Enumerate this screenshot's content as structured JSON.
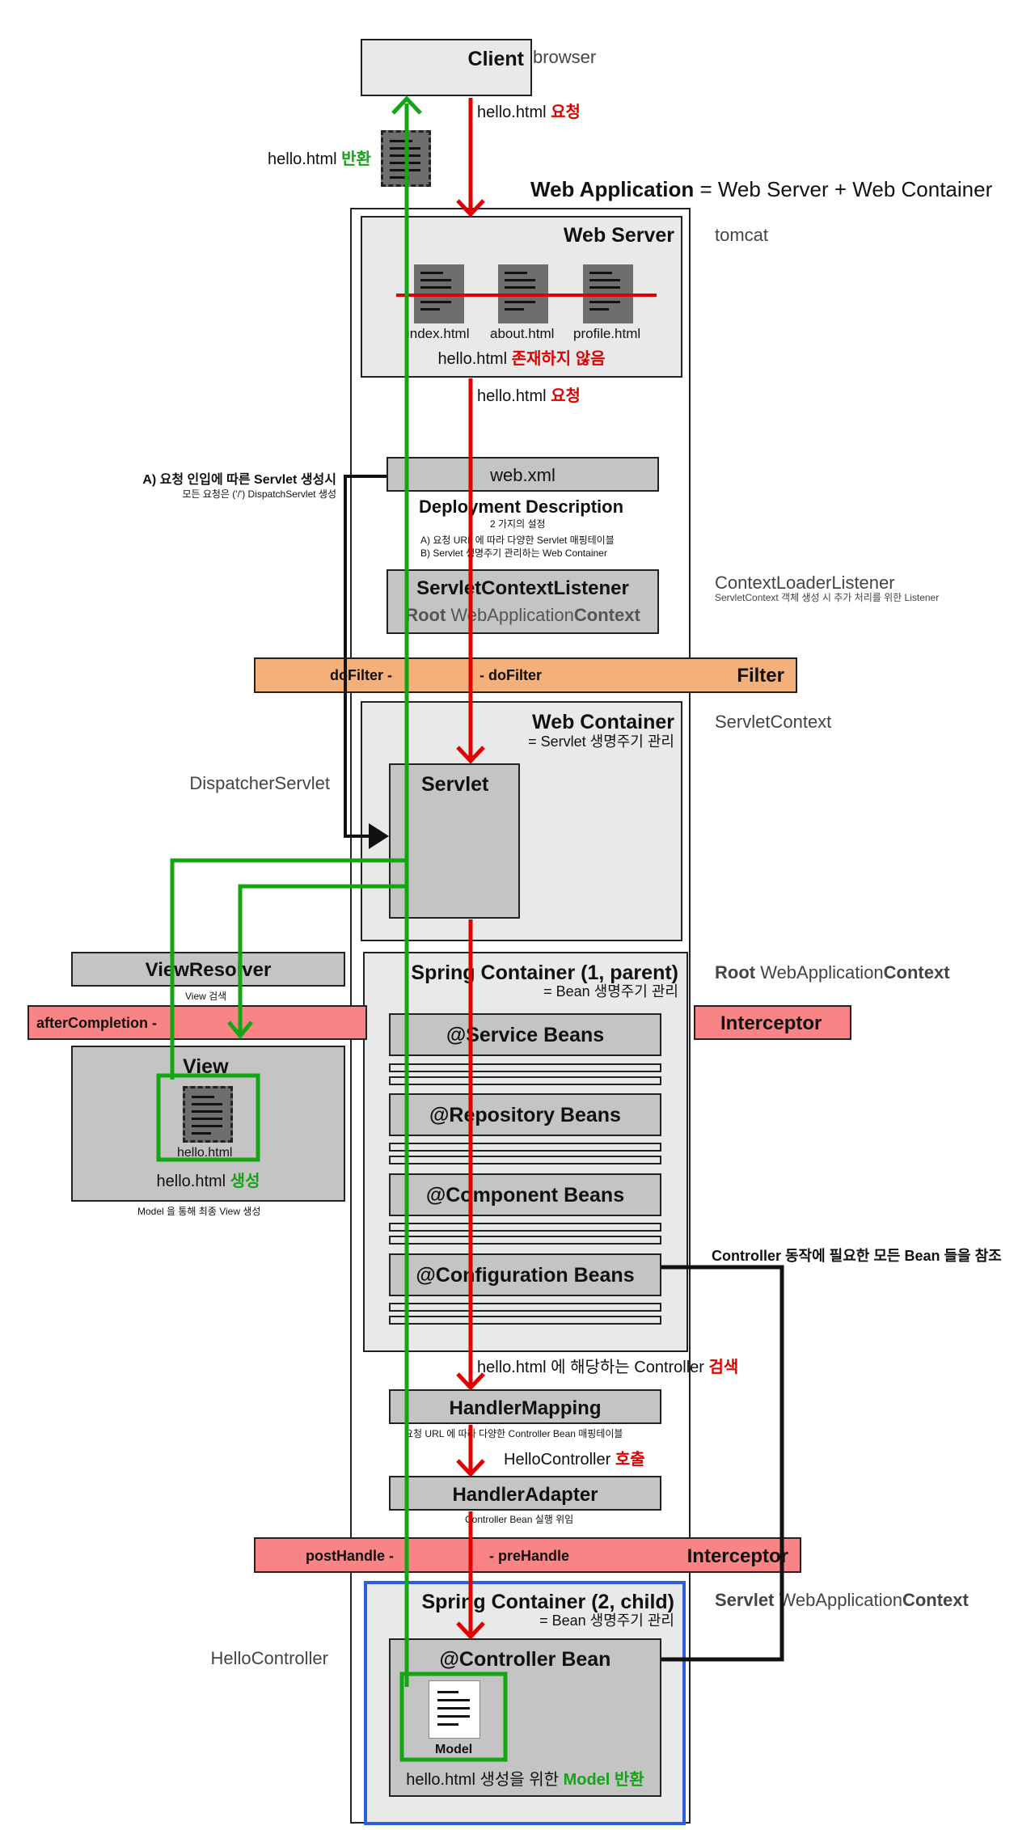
{
  "client": {
    "title": "Client",
    "aside": "browser"
  },
  "request_1": {
    "prefix": "hello.html ",
    "em": "요청"
  },
  "return_1": {
    "prefix": "hello.html ",
    "em": "반환"
  },
  "web_application": {
    "title": "Web Application",
    "rest": " = Web Server + Web Container"
  },
  "web_server": {
    "title": "Web Server",
    "aside": "tomcat",
    "files": [
      "index.html",
      "about.html",
      "profile.html"
    ],
    "note_prefix": "hello.html ",
    "note_em": "존재하지 않음"
  },
  "request_2": {
    "prefix": "hello.html ",
    "em": "요청"
  },
  "servlet_create": {
    "title": "A) 요청 인입에 따른 Servlet 생성시",
    "sub": "모든 요청은 ('/') DispatchServlet 생성"
  },
  "web_xml": {
    "label": "web.xml",
    "title": "Deployment Description",
    "sub": "2 가지의 설정",
    "items": [
      "A) 요청 URL 에 따라 다양한 Servlet 매핑테이블",
      "B) Servlet 생명주기 관리하는 Web Container"
    ]
  },
  "context_listener": {
    "title": "ServletContextListener",
    "root": "Root",
    "wac": " WebApplication",
    "ctx": "Context",
    "aside": "ContextLoaderListener",
    "aside_sub": "ServletContext 객체 생성 시 추가 처리를 위한 Listener"
  },
  "filter": {
    "left": "doFilter -",
    "right": "- doFilter",
    "title": "Filter"
  },
  "web_container": {
    "title": "Web Container",
    "sub": "= Servlet 생명주기 관리",
    "aside": "ServletContext"
  },
  "servlet": {
    "title": "Servlet",
    "aside": "DispatcherServlet"
  },
  "view_resolver": {
    "title": "ViewResolver",
    "sub": "View 검색"
  },
  "interceptor_top": {
    "left": "afterCompletion -",
    "title": "Interceptor"
  },
  "spring_parent": {
    "title": "Spring Container (1, parent)",
    "sub": "= Bean 생명주기 관리",
    "aside_root": "Root",
    "aside_wac": " WebApplication",
    "aside_ctx": "Context",
    "beans": [
      "@Service Beans",
      "@Repository Beans",
      "@Component Beans",
      "@Configuration Beans"
    ]
  },
  "view": {
    "title": "View",
    "file": "hello.html",
    "note_prefix": "hello.html ",
    "note_em": "생성",
    "sub": "Model 을 통해 최종 View 생성"
  },
  "controller_ref": {
    "text": "Controller 동작에 필요한 모든 Bean 들을 참조"
  },
  "search": {
    "prefix": "hello.html 에 해당하는 Controller ",
    "em": "검색"
  },
  "handler_mapping": {
    "title": "HandlerMapping",
    "sub": "요청 URL 에 따라 다양한 Controller Bean 매핑테이블"
  },
  "call": {
    "prefix": "HelloController ",
    "em": "호출"
  },
  "handler_adapter": {
    "title": "HandlerAdapter",
    "sub": "Controller Bean 실행 위임"
  },
  "interceptor_bottom": {
    "left": "postHandle -",
    "right": "- preHandle",
    "title": "Interceptor"
  },
  "spring_child": {
    "title": "Spring Container (2, child)",
    "sub": "= Bean 생명주기 관리",
    "aside_servlet": "Servlet",
    "aside_wac": " WebApplication",
    "aside_ctx": "Context"
  },
  "controller_bean": {
    "title": "@Controller Bean",
    "aside": "HelloController",
    "model": "Model",
    "note_prefix": "hello.html 생성을 위한 ",
    "note_em": "Model 반환"
  },
  "colors": {
    "request": "#e00000",
    "response": "#14a514",
    "filter": "#f5b07a",
    "interceptor": "#f98485",
    "child_border": "#2a5fe0"
  }
}
